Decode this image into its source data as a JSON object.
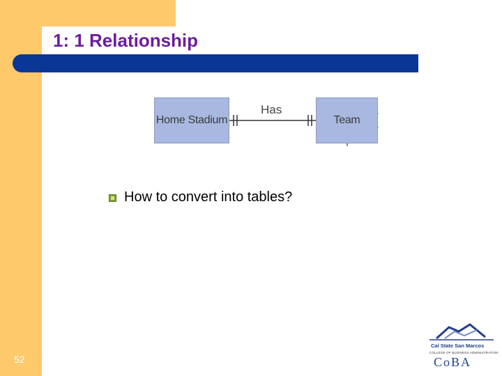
{
  "slide": {
    "title": "1: 1 Relationship",
    "page_number": "52"
  },
  "diagram": {
    "left_entity": "Home Stadium",
    "relationship": "Has",
    "right_entity": "Team"
  },
  "bullets": [
    "How to convert into tables?"
  ],
  "logo": {
    "university": "Cal State San Marcos",
    "college": "COLLEGE OF BUSINESS ADMINISTRATION",
    "abbrev": "CoBA"
  },
  "colors": {
    "side_band": "#fdc96a",
    "title_text": "#6c1d9c",
    "title_bar": "#0a3796",
    "entity_fill": "#a9b8e0"
  }
}
